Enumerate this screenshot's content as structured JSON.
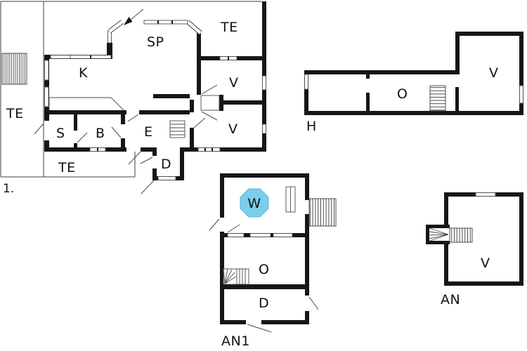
{
  "colors": {
    "wall": "#161616",
    "line": "#4a4a4a",
    "water_fill": "#7bcdec",
    "water_stroke": "#58b6dd",
    "background": "#ffffff"
  },
  "plans": {
    "main": {
      "plan_number": "1.",
      "rooms": {
        "te_top": "TE",
        "sp": "SP",
        "k": "K",
        "te_left": "TE",
        "s": "S",
        "b": "B",
        "e": "E",
        "d": "D",
        "te_bottom": "TE",
        "v_upper": "V",
        "v_lower": "V"
      }
    },
    "h": {
      "label": "H",
      "rooms": {
        "o": "O",
        "v": "V"
      }
    },
    "an1": {
      "label": "AN1",
      "rooms": {
        "w": "W",
        "o": "O",
        "d": "D"
      }
    },
    "an": {
      "label": "AN",
      "rooms": {
        "v": "V"
      }
    }
  }
}
